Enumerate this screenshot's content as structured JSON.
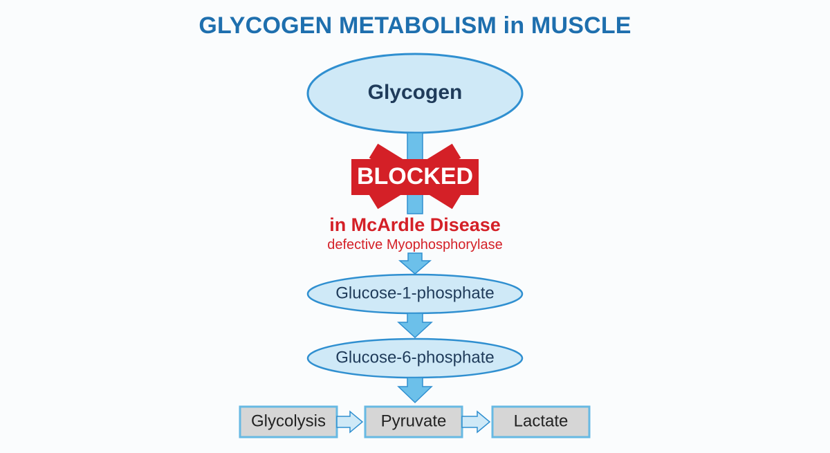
{
  "title": "GLYCOGEN METABOLISM in MUSCLE",
  "nodes": {
    "glycogen": "Glycogen",
    "g1p": "Glucose-1-phosphate",
    "g6p": "Glucose-6-phosphate"
  },
  "block": {
    "label": "BLOCKED",
    "disease": "in McArdle Disease",
    "cause": "defective Myophosphorylase"
  },
  "boxes": {
    "glycolysis": "Glycolysis",
    "pyruvate": "Pyruvate",
    "lactate": "Lactate"
  },
  "colors": {
    "title": "#1e6fae",
    "ellipse_fill": "#cfe9f7",
    "ellipse_stroke": "#2f8fd0",
    "arrow_fill": "#6cc0ea",
    "block_red": "#d42027",
    "box_fill": "#d6d6d6",
    "box_stroke": "#67b9e3"
  }
}
